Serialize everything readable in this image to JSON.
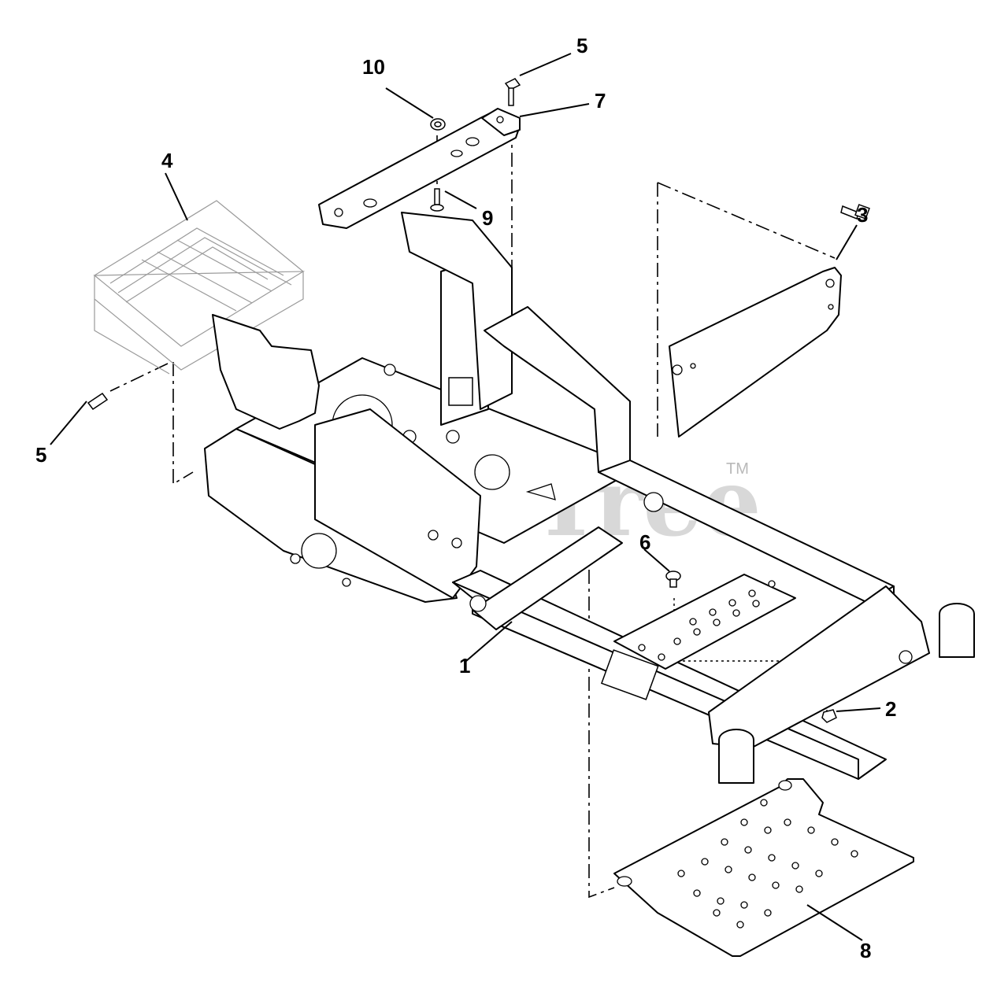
{
  "watermark": {
    "text": "PartsTree",
    "trademark": "TM"
  },
  "callouts": {
    "c1": "1",
    "c2": "2",
    "c3": "3",
    "c4": "4",
    "c5a": "5",
    "c5b": "5",
    "c6": "6",
    "c7": "7",
    "c8": "8",
    "c9": "9",
    "c10": "10"
  }
}
